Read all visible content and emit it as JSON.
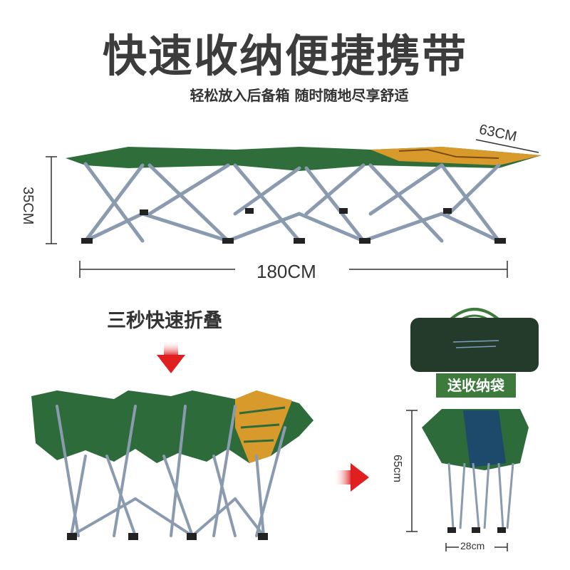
{
  "header": {
    "title": "快速收纳便捷携带",
    "subtitle": "轻松放入后备箱  随时随地尽享舒适"
  },
  "dimensions": {
    "width": "63CM",
    "height": "35CM",
    "length": "180CM",
    "folded_height": "65cm",
    "folded_width": "28cm"
  },
  "folding": {
    "caption": "三秒快速折叠"
  },
  "bag": {
    "label": "送收纳袋"
  },
  "colors": {
    "fabric": "#2e6b3a",
    "fabric_dark": "#1f4f2a",
    "frame": "#8a9bb0",
    "arrow": "#e02020",
    "bag": "#243a2a",
    "label_bg": "#3d7a3c"
  }
}
